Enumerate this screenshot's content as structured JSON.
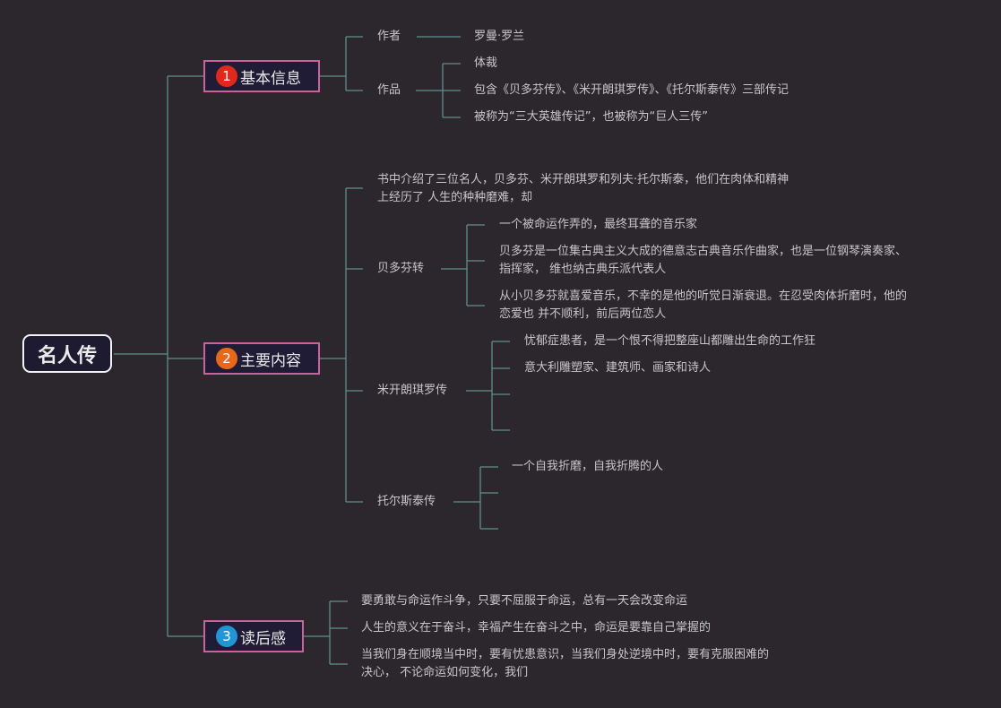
{
  "root": {
    "label": "名人传"
  },
  "branches": [
    {
      "number": "1",
      "label": "基本信息",
      "badge_color": "#e0281b",
      "author": {
        "label": "作者",
        "value": "罗曼·罗兰"
      },
      "works": {
        "label": "作品",
        "items": [
          "体裁",
          "包含《贝多芬传》、《米开朗琪罗传》、《托尔斯泰传》三部传记",
          "被称为“三大英雄传记”，也被称为“巨人三传”"
        ]
      }
    },
    {
      "number": "2",
      "label": "主要内容",
      "badge_color": "#e8681a",
      "intro": [
        "书中介绍了三位名人，贝多芬、米开朗琪罗和列夫·托尔斯泰，他们在肉体和精神",
        "上经历了 人生的种种磨难，却"
      ],
      "beethoven": {
        "label": "贝多芬转",
        "items": [
          [
            "一个被命运作弄的，最终耳聋的音乐家"
          ],
          [
            "贝多芬是一位集古典主义大成的德意志古典音乐作曲家，也是一位钢琴演奏家、",
            "指挥家， 维也纳古典乐派代表人"
          ],
          [
            "从小贝多芬就喜爱音乐，不幸的是他的听觉日渐衰退。在忍受肉体折磨时，他的",
            "恋爱也 并不顺利，前后两位恋人"
          ]
        ]
      },
      "michelangelo": {
        "label": "米开朗琪罗传",
        "items": [
          "忧郁症患者，是一个恨不得把整座山都雕出生命的工作狂",
          "意大利雕塑家、建筑师、画家和诗人",
          "",
          ""
        ]
      },
      "tolstoy": {
        "label": "托尔斯泰传",
        "items": [
          "一个自我折磨，自我折腾的人",
          "",
          ""
        ]
      }
    },
    {
      "number": "3",
      "label": "读后感",
      "badge_color": "#2196d6",
      "items": [
        [
          "要勇敢与命运作斗争，只要不屈服于命运，总有一天会改变命运"
        ],
        [
          "人生的意义在于奋斗，幸福产生在奋斗之中，命运是要靠自己掌握的"
        ],
        [
          "当我们身在顺境当中时，要有忧患意识，当我们身处逆境中时，要有克服困难的",
          "决心， 不论命运如何变化，我们"
        ]
      ]
    }
  ],
  "colors": {
    "background": "#2b272d",
    "line": "#5f8f8c",
    "branch_border": "#c9639c",
    "text": "#c7c7c7"
  }
}
